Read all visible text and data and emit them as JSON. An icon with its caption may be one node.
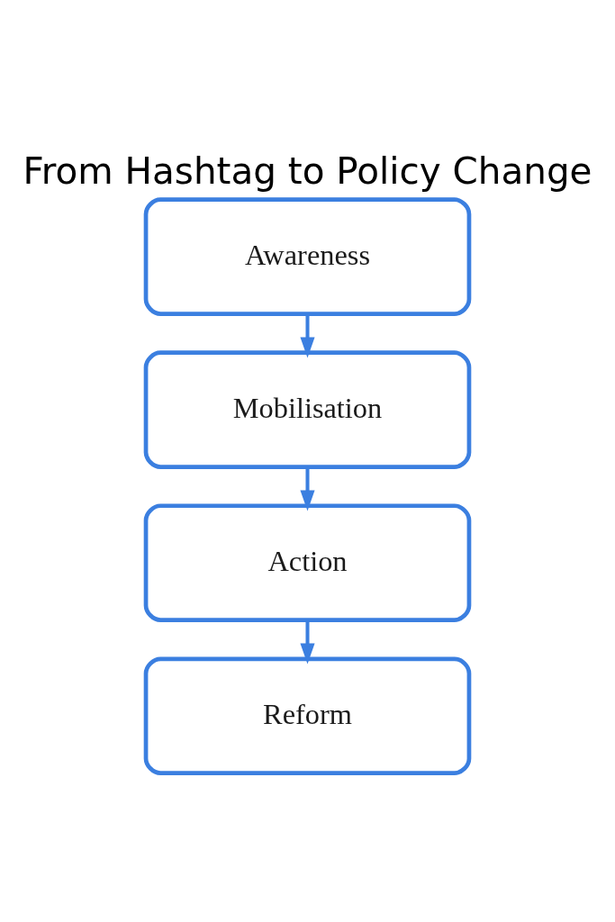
{
  "diagram": {
    "title": "From Hashtag to Policy Change",
    "nodes": [
      {
        "text": [
          "Awareness"
        ]
      },
      {
        "text": [
          "Mobilisation"
        ]
      },
      {
        "text": [
          "Action"
        ]
      },
      {
        "text": [
          "Reform"
        ]
      }
    ],
    "edges": [
      {
        "from": 0,
        "to": 1,
        "arrow": "to"
      },
      {
        "from": 1,
        "to": 2,
        "arrow": "to"
      },
      {
        "from": 2,
        "to": 3,
        "arrow": "to"
      }
    ]
  }
}
